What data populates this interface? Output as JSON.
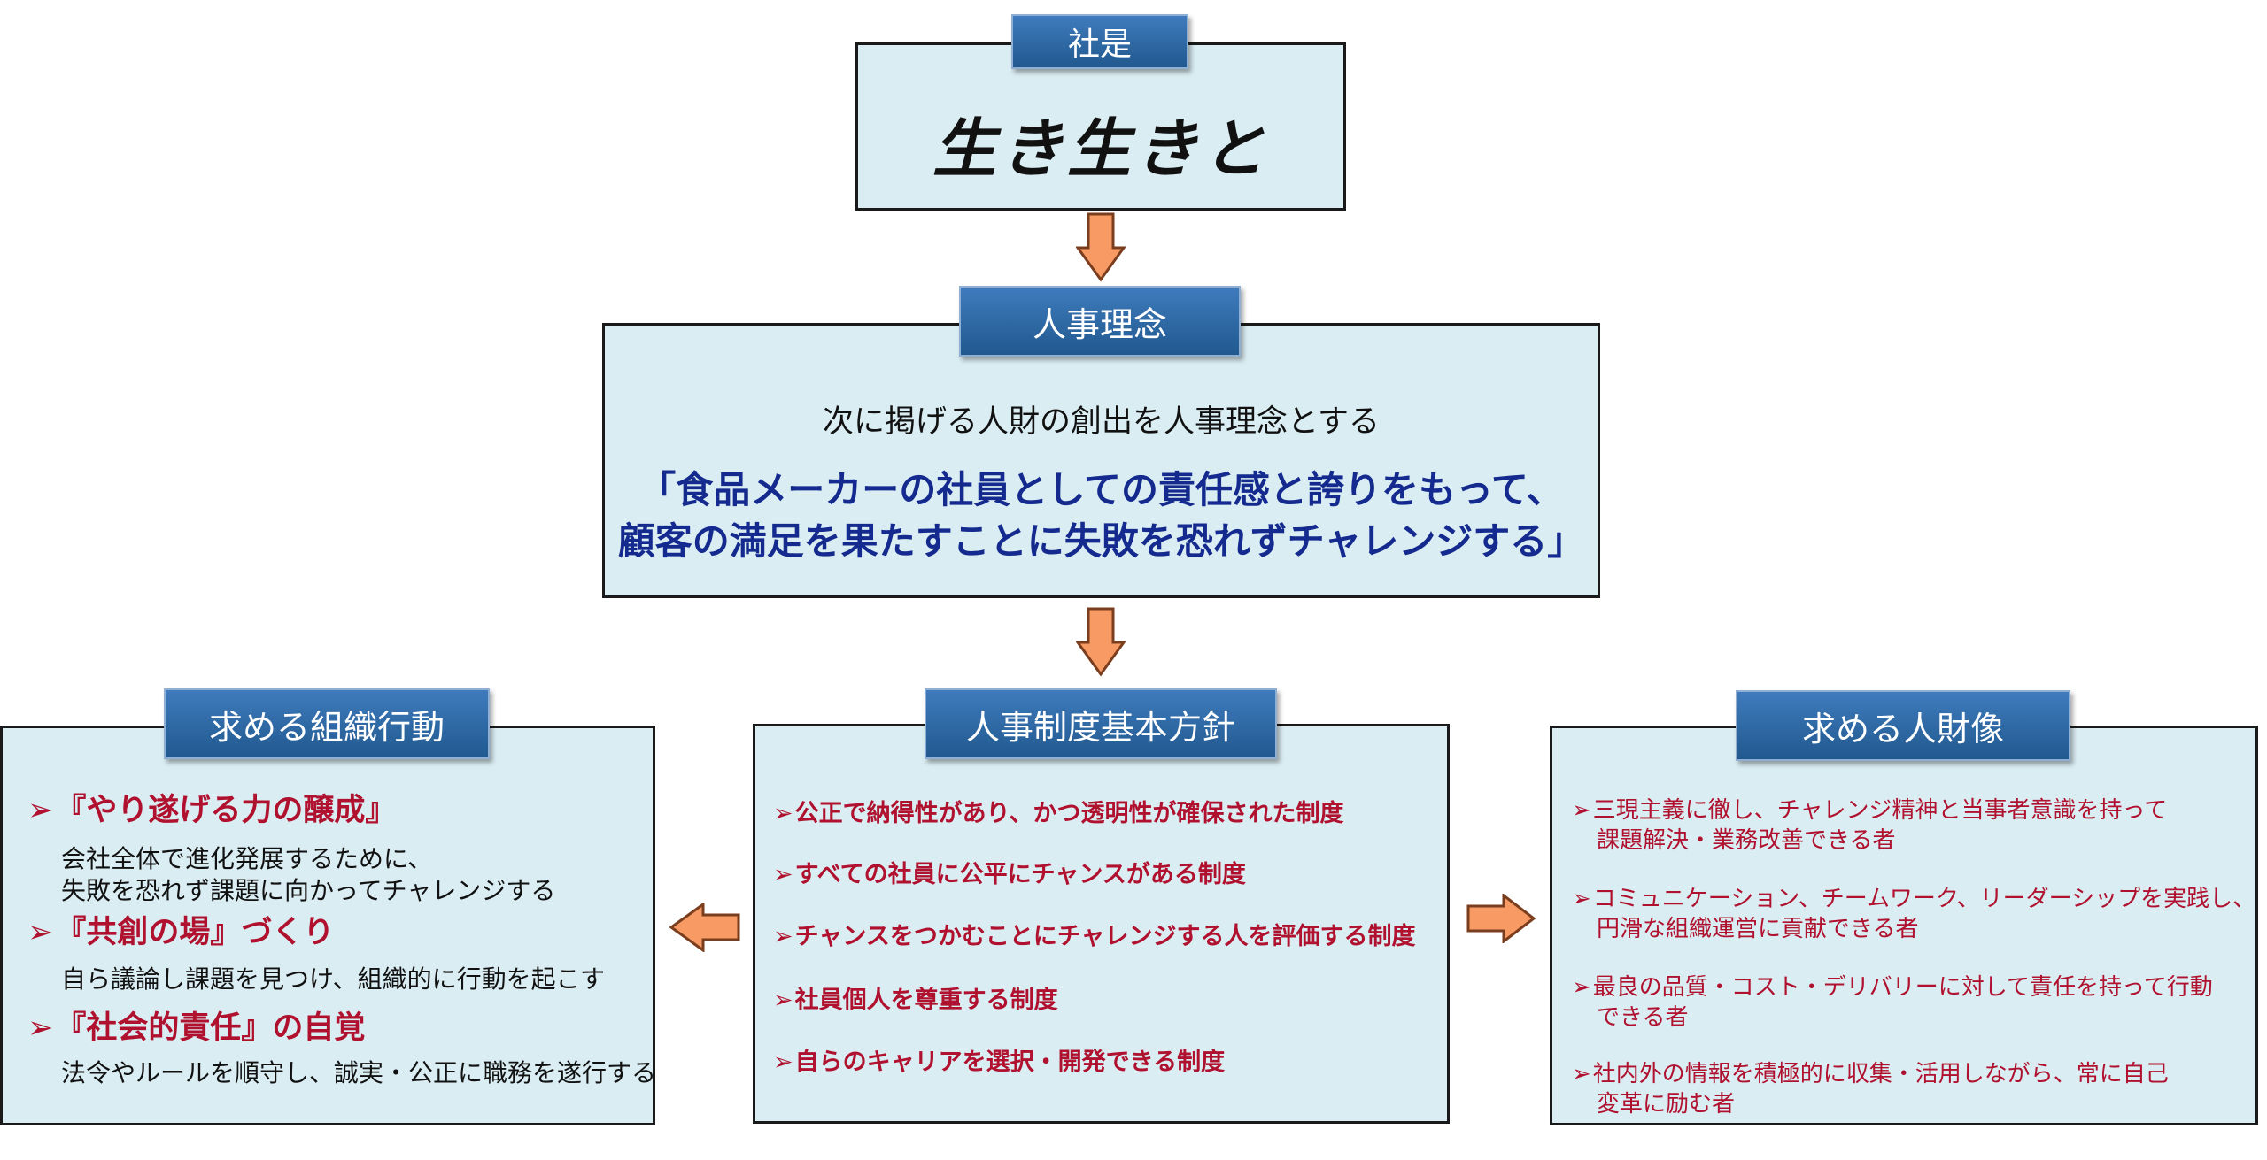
{
  "motto": {
    "label": "社是",
    "calligraphy": "生き生きと"
  },
  "philosophy": {
    "label": "人事理念",
    "intro": "次に掲げる人財の創出を人事理念とする",
    "statement_line1": "「食品メーカーの社員としての責任感と誇りをもって、",
    "statement_line2": "顧客の満足を果たすことに失敗を恐れずチャレンジする」"
  },
  "bullet_mark": "➢",
  "organization": {
    "label": "求める組織行動",
    "items": [
      {
        "title": "『やり遂げる力の醸成』",
        "desc_line1": "会社全体で進化発展するために、",
        "desc_line2": "失敗を恐れず課題に向かってチャレンジする"
      },
      {
        "title": "『共創の場』づくり",
        "desc_line1": "自ら議論し課題を見つけ、組織的に行動を起こす"
      },
      {
        "title": "『社会的責任』の自覚",
        "desc_line1": "法令やルールを順守し、誠実・公正に職務を遂行する"
      }
    ]
  },
  "policy": {
    "label": "人事制度基本方針",
    "items": [
      "公正で納得性があり、かつ透明性が確保された制度",
      "すべての社員に公平にチャンスがある制度",
      "チャンスをつかむことにチャレンジする人を評価する制度",
      "社員個人を尊重する制度",
      "自らのキャリアを選択・開発できる制度"
    ]
  },
  "talent": {
    "label": "求める人財像",
    "items": [
      {
        "line1": "三現主義に徹し、チャレンジ精神と当事者意識を持って",
        "line2": "課題解決・業務改善できる者"
      },
      {
        "line1": "コミュニケーション、チームワーク、リーダーシップを実践し、",
        "line2": "円滑な組織運営に貢献できる者"
      },
      {
        "line1": "最良の品質・コスト・デリバリーに対して責任を持って行動",
        "line2": "できる者"
      },
      {
        "line1": "社内外の情報を積極的に収集・活用しながら、常に自己",
        "line2": "変革に励む者"
      }
    ]
  },
  "colors": {
    "box_fill": "#daedf3",
    "label_fill": "#2c67a6",
    "arrow_fill": "#f79a64",
    "accent_red": "#b0112e",
    "statement_blue": "#142a8e"
  }
}
